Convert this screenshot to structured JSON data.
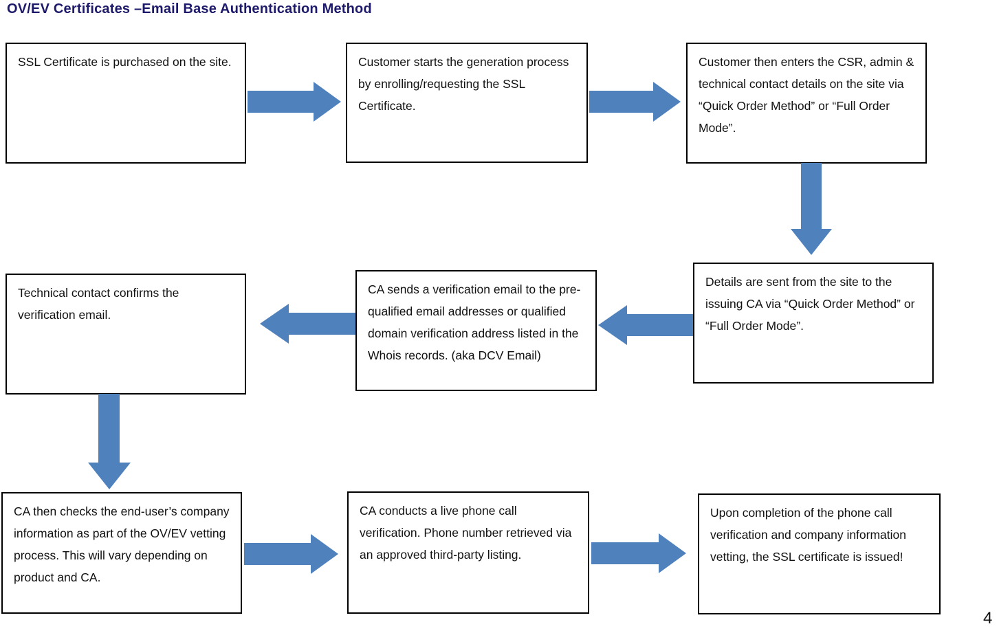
{
  "page": {
    "title": "OV/EV Certificates –Email Base Authentication Method",
    "page_number": "4",
    "colors": {
      "title_text": "#1e1a6b",
      "arrow_fill": "#4f81bd",
      "box_border": "#000000",
      "box_text": "#111111",
      "background": "#ffffff"
    }
  },
  "flowchart": {
    "boxes": [
      {
        "id": "step-1",
        "text": "SSL Certificate is purchased on the site."
      },
      {
        "id": "step-2",
        "text": "Customer starts the generation process by enrolling/requesting the SSL Certificate."
      },
      {
        "id": "step-3",
        "text": "Customer then enters the CSR, admin & technical contact details on the site via “Quick Order Method” or “Full Order Mode”."
      },
      {
        "id": "step-4",
        "text": "Details are sent from the site to the issuing CA via “Quick Order Method” or “Full Order Mode”."
      },
      {
        "id": "step-5",
        "text": "CA sends a verification email to the pre-qualified email addresses or qualified domain verification address listed in the Whois records. (aka DCV Email)"
      },
      {
        "id": "step-6",
        "text": "Technical contact confirms the verification email."
      },
      {
        "id": "step-7",
        "text": "CA then checks the end-user’s company information as part of the OV/EV vetting process. This will vary depending on product and CA."
      },
      {
        "id": "step-8",
        "text": "CA conducts a live phone call verification. Phone number retrieved via an approved third-party listing."
      },
      {
        "id": "step-9",
        "text": "Upon completion of the phone call verification and company information vetting, the SSL certificate is issued!"
      }
    ],
    "arrows": [
      {
        "from": "step-1",
        "to": "step-2",
        "direction": "right"
      },
      {
        "from": "step-2",
        "to": "step-3",
        "direction": "right"
      },
      {
        "from": "step-3",
        "to": "step-4",
        "direction": "down"
      },
      {
        "from": "step-4",
        "to": "step-5",
        "direction": "left"
      },
      {
        "from": "step-5",
        "to": "step-6",
        "direction": "left"
      },
      {
        "from": "step-6",
        "to": "step-7",
        "direction": "down"
      },
      {
        "from": "step-7",
        "to": "step-8",
        "direction": "right"
      },
      {
        "from": "step-8",
        "to": "step-9",
        "direction": "right"
      }
    ]
  }
}
